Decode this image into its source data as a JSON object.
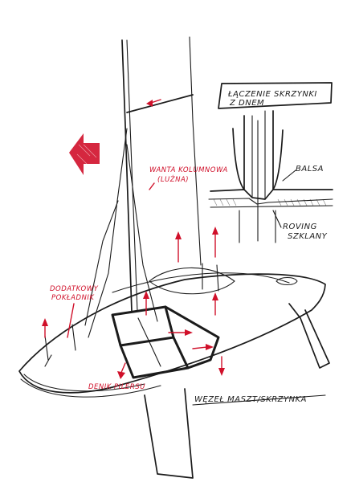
{
  "inset": {
    "title_line1": "ŁĄCZENIE SKRZYNKI",
    "title_line2": "Z DNEM",
    "balsa": "BALSA",
    "roving_line1": "ROVING",
    "roving_line2": "SZKLANY"
  },
  "labels": {
    "wanta_line1": "WANTA KOLUMNOWA",
    "wanta_line2": "(LUŹNA)",
    "dodatkowy_line1": "DODATKOWY",
    "dodatkowy_line2": "POKŁADNIK",
    "denik": "DENIK PILERSU",
    "wezel": "WĘZEŁ MASZT/SKRZYNKA"
  },
  "colors": {
    "ink": "#1b1b1b",
    "accent": "#d0102a"
  }
}
